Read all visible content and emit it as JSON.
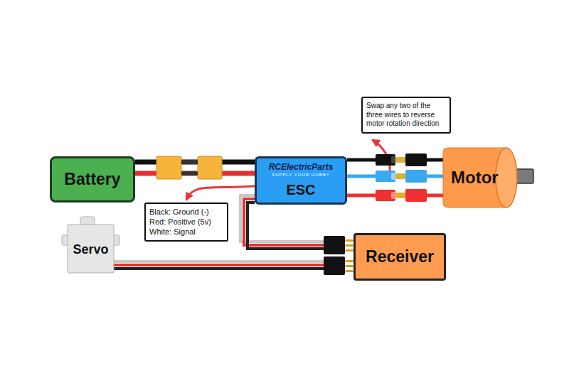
{
  "diagram": {
    "nodes": [
      {
        "text": [
          "Swap any two of the three wires to reverse motor rotation direction"
        ]
      },
      {
        "text": [
          "Battery"
        ]
      },
      {
        "text": [
          "RCElectricParts",
          "SUPPLY YOUR HOBBY",
          "ESC"
        ]
      },
      {
        "text": [
          "Motor"
        ]
      },
      {
        "text": [
          "Black: Ground (-)",
          "Red: Positive (5v)",
          "White: Signal"
        ]
      },
      {
        "text": [
          "Servo"
        ]
      },
      {
        "text": [
          "Receiver"
        ]
      }
    ],
    "edges": [
      {
        "from": 1,
        "to": 2,
        "arrow": "none"
      },
      {
        "from": 2,
        "to": 3,
        "arrow": "none"
      },
      {
        "from": 2,
        "to": 4,
        "arrow": "to"
      },
      {
        "from": 2,
        "to": 6,
        "arrow": "none"
      },
      {
        "from": 5,
        "to": 6,
        "arrow": "none"
      }
    ]
  }
}
